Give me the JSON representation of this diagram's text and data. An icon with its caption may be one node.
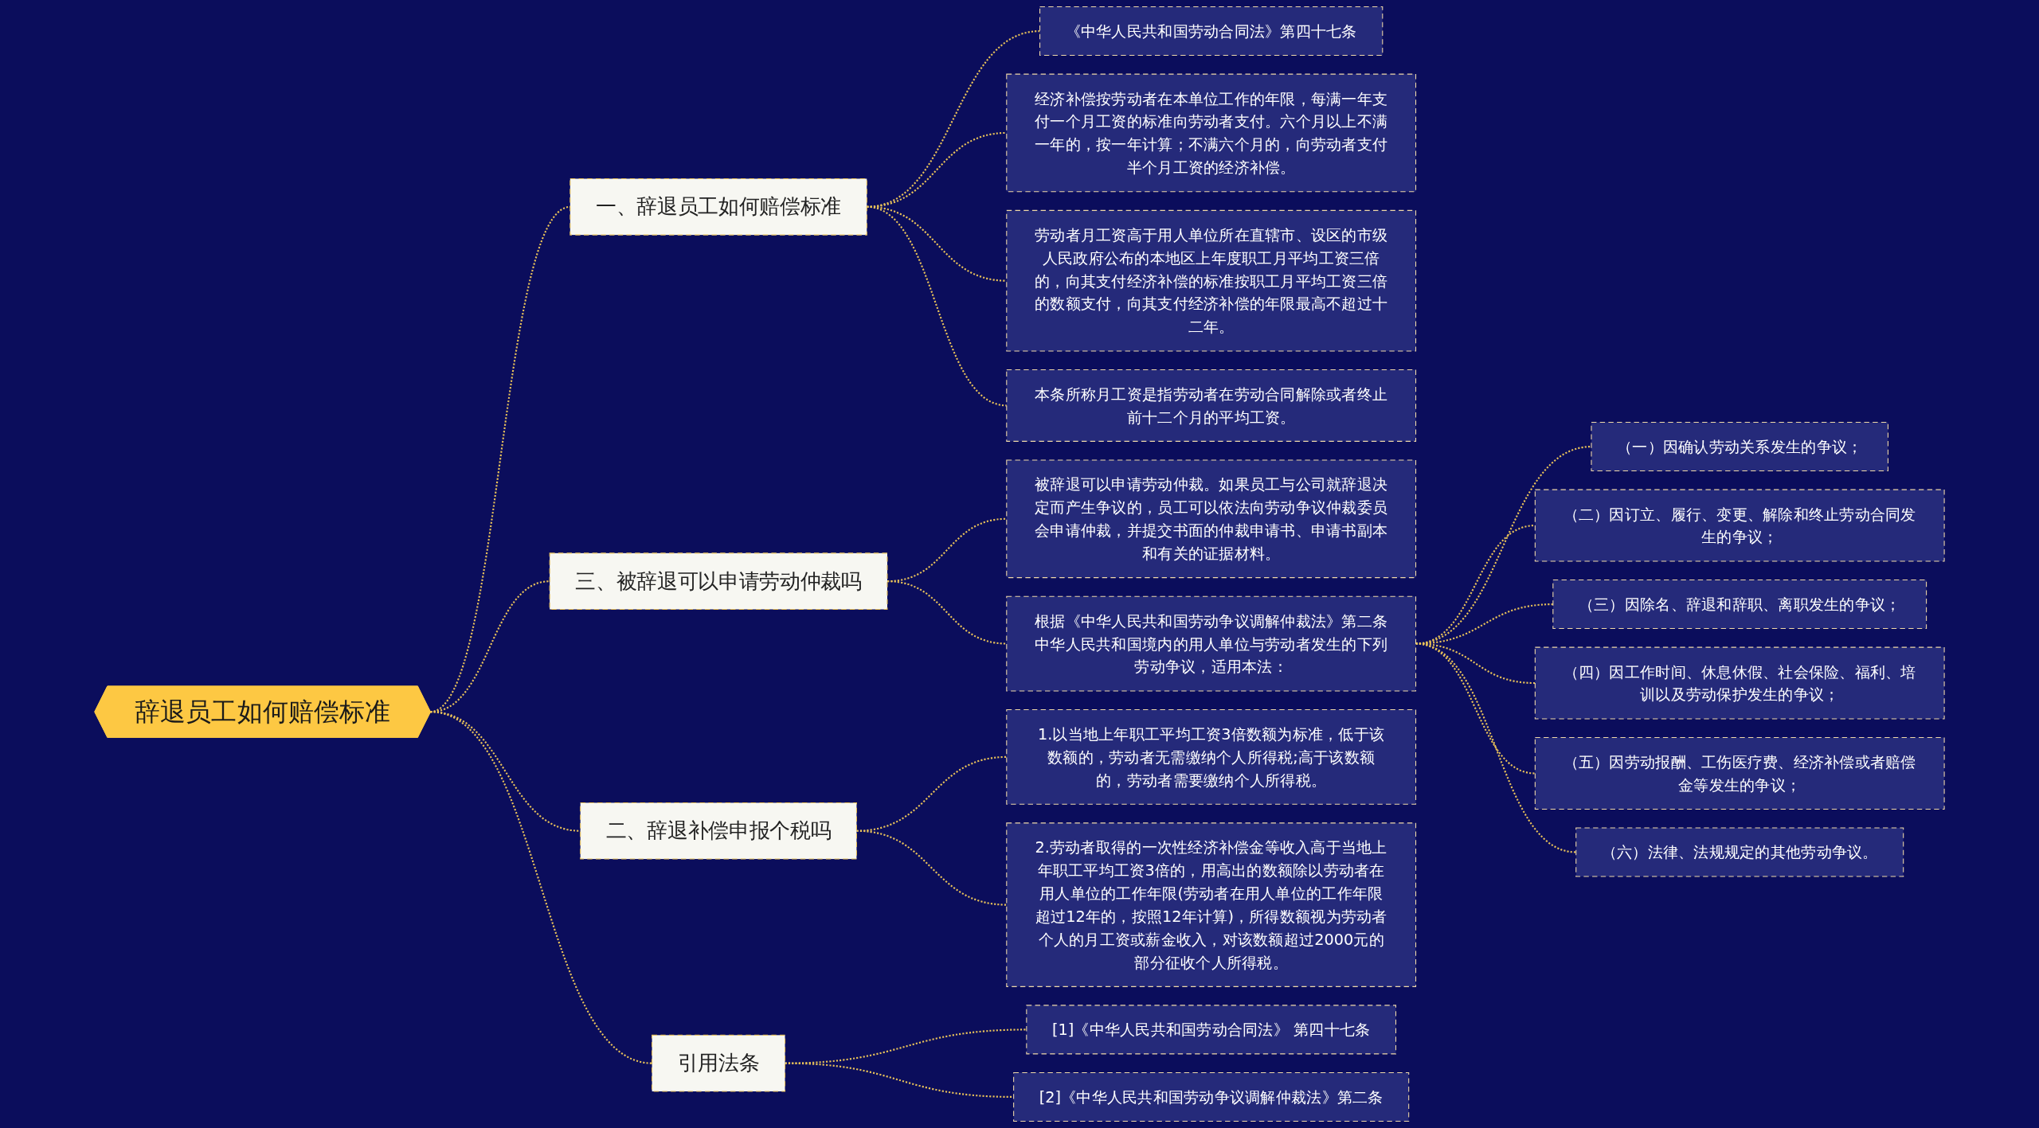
{
  "diagram": {
    "nodes": [
      {
        "text": [
          "辞退员工如何赔偿标准"
        ]
      },
      {
        "text": [
          "一、辞退员工如何赔偿标准"
        ]
      },
      {
        "text": [
          "《中华人民共和国劳动合同法》第四十七条"
        ]
      },
      {
        "text": [
          "经济补偿按劳动者在本单位工作的年限，每满一年支付一个月工资的标准向劳动者支付。六个月以上不满一年的，按一年计算；不满六个月的，向劳动者支付半个月工资的经济补偿。"
        ]
      },
      {
        "text": [
          "劳动者月工资高于用人单位所在直辖市、设区的市级人民政府公布的本地区上年度职工月平均工资三倍的，向其支付经济补偿的标准按职工月平均工资三倍的数额支付，向其支付经济补偿的年限最高不超过十二年。"
        ]
      },
      {
        "text": [
          "本条所称月工资是指劳动者在劳动合同解除或者终止前十二个月的平均工资。"
        ]
      },
      {
        "text": [
          "三、被辞退可以申请劳动仲裁吗"
        ]
      },
      {
        "text": [
          "被辞退可以申请劳动仲裁。如果员工与公司就辞退决定而产生争议的，员工可以依法向劳动争议仲裁委员会申请仲裁，并提交书面的仲裁申请书、申请书副本和有关的证据材料。"
        ]
      },
      {
        "text": [
          "根据《中华人民共和国劳动争议调解仲裁法》第二条中华人民共和国境内的用人单位与劳动者发生的下列劳动争议，适用本法："
        ]
      },
      {
        "text": [
          "（一）因确认劳动关系发生的争议；"
        ]
      },
      {
        "text": [
          "（二）因订立、履行、变更、解除和终止劳动合同发生的争议；"
        ]
      },
      {
        "text": [
          "（三）因除名、辞退和辞职、离职发生的争议；"
        ]
      },
      {
        "text": [
          "（四）因工作时间、休息休假、社会保险、福利、培训以及劳动保护发生的争议；"
        ]
      },
      {
        "text": [
          "（五）因劳动报酬、工伤医疗费、经济补偿或者赔偿金等发生的争议；"
        ]
      },
      {
        "text": [
          "（六）法律、法规规定的其他劳动争议。"
        ]
      },
      {
        "text": [
          "二、辞退补偿申报个税吗"
        ]
      },
      {
        "text": [
          "1.以当地上年职工平均工资3倍数额为标准，低于该数额的，劳动者无需缴纳个人所得税;高于该数额的，劳动者需要缴纳个人所得税。"
        ]
      },
      {
        "text": [
          "2.劳动者取得的一次性经济补偿金等收入高于当地上年职工平均工资3倍的，用高出的数额除以劳动者在用人单位的工作年限(劳动者在用人单位的工作年限超过12年的，按照12年计算)，所得数额视为劳动者个人的月工资或薪金收入，对该数额超过2000元的部分征收个人所得税。"
        ]
      },
      {
        "text": [
          "引用法条"
        ]
      },
      {
        "text": [
          "[1]《中华人民共和国劳动合同法》 第四十七条"
        ]
      },
      {
        "text": [
          "[2]《中华人民共和国劳动争议调解仲裁法》第二条"
        ]
      }
    ],
    "edges": [
      {
        "from": 0,
        "to": 1,
        "arrow": "none",
        "style": "dashed"
      },
      {
        "from": 1,
        "to": 2,
        "arrow": "none",
        "style": "dashed"
      },
      {
        "from": 1,
        "to": 3,
        "arrow": "none",
        "style": "dashed"
      },
      {
        "from": 1,
        "to": 4,
        "arrow": "none",
        "style": "dashed"
      },
      {
        "from": 1,
        "to": 5,
        "arrow": "none",
        "style": "dashed"
      },
      {
        "from": 0,
        "to": 6,
        "arrow": "none",
        "style": "dashed"
      },
      {
        "from": 6,
        "to": 7,
        "arrow": "none",
        "style": "dashed"
      },
      {
        "from": 6,
        "to": 8,
        "arrow": "none",
        "style": "dashed"
      },
      {
        "from": 8,
        "to": 9,
        "arrow": "none",
        "style": "dashed"
      },
      {
        "from": 8,
        "to": 10,
        "arrow": "none",
        "style": "dashed"
      },
      {
        "from": 8,
        "to": 11,
        "arrow": "none",
        "style": "dashed"
      },
      {
        "from": 8,
        "to": 12,
        "arrow": "none",
        "style": "dashed"
      },
      {
        "from": 8,
        "to": 13,
        "arrow": "none",
        "style": "dashed"
      },
      {
        "from": 8,
        "to": 14,
        "arrow": "none",
        "style": "dashed"
      },
      {
        "from": 0,
        "to": 15,
        "arrow": "none",
        "style": "dashed"
      },
      {
        "from": 15,
        "to": 16,
        "arrow": "none",
        "style": "dashed"
      },
      {
        "from": 15,
        "to": 17,
        "arrow": "none",
        "style": "dashed"
      },
      {
        "from": 0,
        "to": 18,
        "arrow": "none",
        "style": "dashed"
      },
      {
        "from": 18,
        "to": 19,
        "arrow": "none",
        "style": "dashed"
      },
      {
        "from": 18,
        "to": 20,
        "arrow": "none",
        "style": "dashed"
      }
    ]
  }
}
